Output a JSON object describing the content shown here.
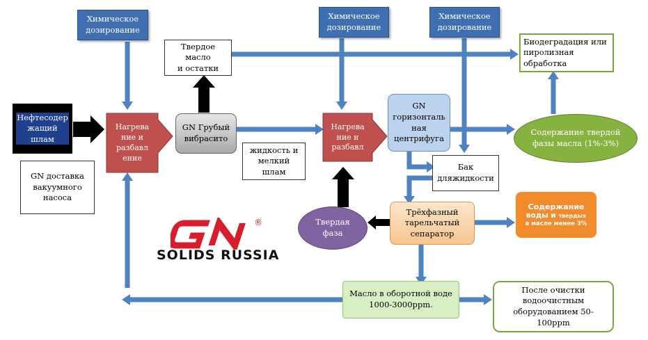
{
  "chem_dosing_1": "Химическое\nдозирование",
  "chem_dosing_2": "Химическое\nдозирование",
  "chem_dosing_3": "Химическое\nдозирование",
  "hard_oil": "Твердое масло\nи остатки",
  "biodegradation": "Биодеградация или\nпиролизная обработка",
  "oil_sludge": "Нефтесодер\nжащий\nшлам",
  "heating_1": "Нагрева\nние и\nразбавл\nение",
  "coarse_screen": "GN Грубый\nвибрасито",
  "heating_2": "Нагрева\nние и\nразбавл",
  "centrifuge": "GN\nгоризонталь\nная\nцентрифуга",
  "oil_solids_content": "Содержание твердой\nфазы масла (1%-3%)",
  "vacuum_delivery": "GN доставка\nвакуумного\nнасоса",
  "liquid_fine": "жидкость и\nмелкий шлам",
  "liquid_tank": "Бак\nдляжидкости",
  "tricanter": "Трёхфазный\nтарельчатый\nсепаратор",
  "solid_phase": "Твердая\nфаза",
  "water_solids_line1": "Содержание",
  "water_solids_line2a": "воды и ",
  "water_solids_line2b": "твердых",
  "water_solids_line3": "в масле менее 3%",
  "oil_in_water": "Масло в оборотной воде\n1000-3000ppm.",
  "after_treatment": "После очистки\nводоочистным\nоборудованием 50-100ppm",
  "logo": {
    "mark": "GN",
    "registered": "®",
    "subtitle": "SOLIDS RUSSIA"
  },
  "colors": {
    "chem": "#3f6fb0",
    "arrow_blue": "#4f82c0",
    "heater": "#c0504d",
    "centrifuge": "#bcd3ee",
    "ellipse_green": "#86b33f",
    "tricanter": "#f7c58f",
    "solid_purple": "#8064a2",
    "orange": "#f28b2c",
    "logo_red": "#d81e2c"
  }
}
